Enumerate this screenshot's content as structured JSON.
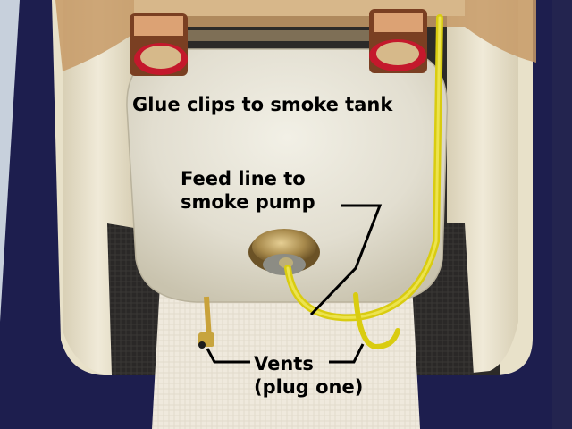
{
  "annotations": {
    "glue_clips": "Glue clips to smoke tank",
    "feed_line": [
      "Feed line to",
      "smoke pump"
    ],
    "vents": [
      "Vents",
      "(plug one)"
    ]
  },
  "colors": {
    "frame": "#1d1e4e",
    "tank": "#e2ded0",
    "tubing": "#e8df1e",
    "brass_cap": "#a88a4c",
    "clip_wood": "#7a3f22",
    "clip_glue": "#c4182c",
    "fiberglass": "#2a2827",
    "cream_wall": "#ece6d4"
  },
  "icons": {
    "clips": "mounting-clip",
    "cap": "brass-filler-cap",
    "tube": "fuel-tubing",
    "vents": "vent-tube"
  }
}
